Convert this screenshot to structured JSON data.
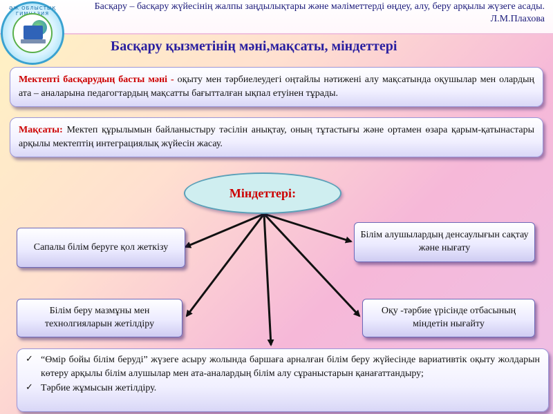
{
  "header": {
    "subtitle": "Басқару – басқару жүйесінің жалпы заңдылықтары және мәліметтерді өңдеу, алу, беру арқылы жүзеге асады.",
    "author": "Л.М.Плахова",
    "logo_text": "ӘЖ ОБЛЫСТЫҚ ГИМНАЗИЯ"
  },
  "title": "Басқару қызметінің мәні,мақсаты, міндеттері",
  "essence": {
    "lead": "Мектепті басқарудың басты мәні - ",
    "text": " оқыту мен тәрбиелеудегі оңтайлы нәтижені алу мақсатында оқушылар мен олардың ата – аналарына педагогтардың мақсатты бағытталған ықпал етуінен тұрады."
  },
  "goal": {
    "lead": "Мақсаты:",
    "text": " Мектеп құрылымын байланыстыру тәсілін анықтау, оның тұтастығы және ортамен өзара қарым-қатынастары арқылы мектептің интеграциялық жүйесін жасау."
  },
  "tasks": {
    "heading": "Міндеттері:",
    "items": [
      "Сапалы білім беруге қол жеткізу",
      "Білім алушылардың денсаулығын сақтау және нығату",
      "Білім беру мазмұны мен технолгияларын жетілдіру",
      "Оқу -тәрбие үрісінде отбасының міндетін нығайту"
    ]
  },
  "bullets": [
    "“Өмір бойы білім беруді” жүзеге асыру жолында баршаға арналған білім беру жүйесінде вариативтік оқыту жолдарын көтеру арқылы білім алушылар мен ата-аналардың білім алу сұраныстарын қанағаттандыру;",
    "Тәрбие жұмысын жетілдіру."
  ],
  "icons": {
    "check": "check-icon",
    "logo": "school-logo"
  },
  "colors": {
    "title": "#2a1fa0",
    "accent_red": "#cc0000",
    "header_text": "#1a1a7a"
  }
}
